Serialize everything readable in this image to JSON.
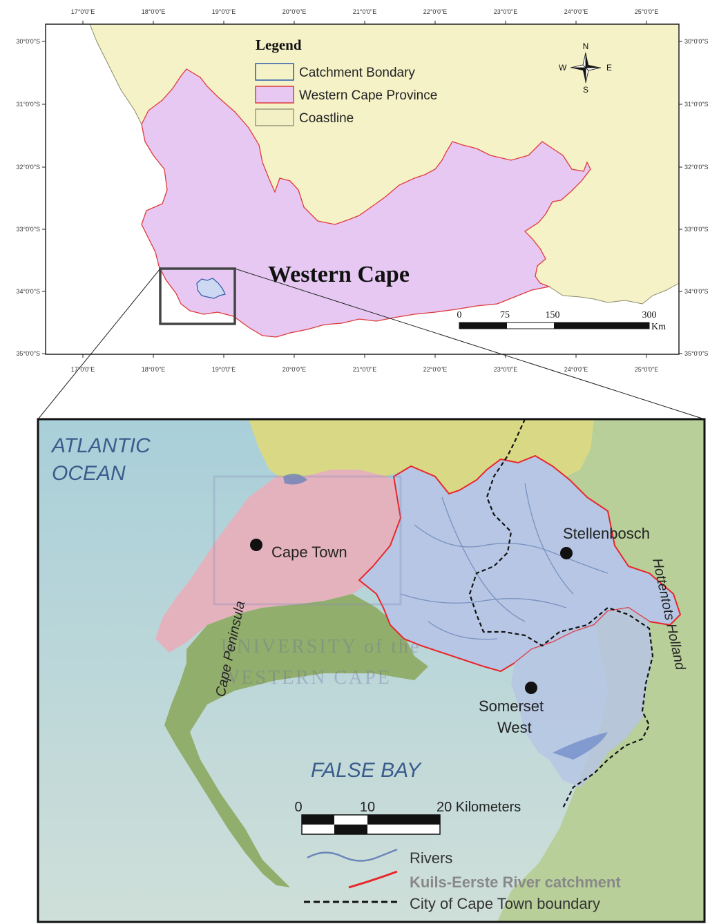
{
  "top_map": {
    "lon_ticks": [
      "17°0'0\"E",
      "18°0'0\"E",
      "19°0'0\"E",
      "20°0'0\"E",
      "21°0'0\"E",
      "22°0'0\"E",
      "23°0'0\"E",
      "24°0'0\"E",
      "25°0'0\"E"
    ],
    "lat_ticks": [
      "30°0'0\"S",
      "31°0'0\"S",
      "32°0'0\"S",
      "33°0'0\"S",
      "34°0'0\"S",
      "35°0'0\"S"
    ],
    "legend": {
      "title": "Legend",
      "items": [
        {
          "label": "Catchment Bondary",
          "stroke": "#2b5aa8",
          "fill": "#f5f2c8"
        },
        {
          "label": "Western Cape Province",
          "stroke": "#e03a3a",
          "fill": "#e6c8f2"
        },
        {
          "label": "Coastline",
          "stroke": "#9a9a7a",
          "fill": "#f3f0c6"
        }
      ]
    },
    "compass": {
      "n": "N",
      "s": "S",
      "e": "E",
      "w": "W"
    },
    "region_label": "Western Cape",
    "scale_bar": {
      "labels": [
        "0",
        "75",
        "150",
        "300"
      ],
      "unit": "Km"
    },
    "colors": {
      "land": "#f5f2c8",
      "province": "#e6c8f2",
      "province_stroke": "#e03a3a",
      "catchment": "#2b5aa8"
    }
  },
  "inset_map": {
    "ocean_label_line1": "ATLANTIC",
    "ocean_label_line2": "OCEAN",
    "bay_label": "FALSE BAY",
    "towns": [
      {
        "name": "Cape Town"
      },
      {
        "name": "Stellenbosch"
      },
      {
        "name_line1": "Somerset",
        "name_line2": "West"
      }
    ],
    "peninsula_label": "Cape Peninsula",
    "mountain_label": "Hottentots Holland",
    "watermark_line1": "UNIVERSITY of the",
    "watermark_line2": "WESTERN CAPE",
    "scale_bar": {
      "labels": [
        "0",
        "10",
        "20 Kilometers"
      ]
    },
    "legend": [
      {
        "label": "Rivers",
        "color": "#6a86b8"
      },
      {
        "label": "Kuils-Eerste River catchment",
        "color": "#e8262a"
      },
      {
        "label": "City of Cape Town boundary",
        "color": "#111111"
      }
    ],
    "colors": {
      "ocean": "#c4d8d8",
      "catchment_fill": "#b6c6e4",
      "city_pink": "#e4b2bc",
      "green": "#9ab574",
      "yellow": "#d9d985"
    }
  }
}
